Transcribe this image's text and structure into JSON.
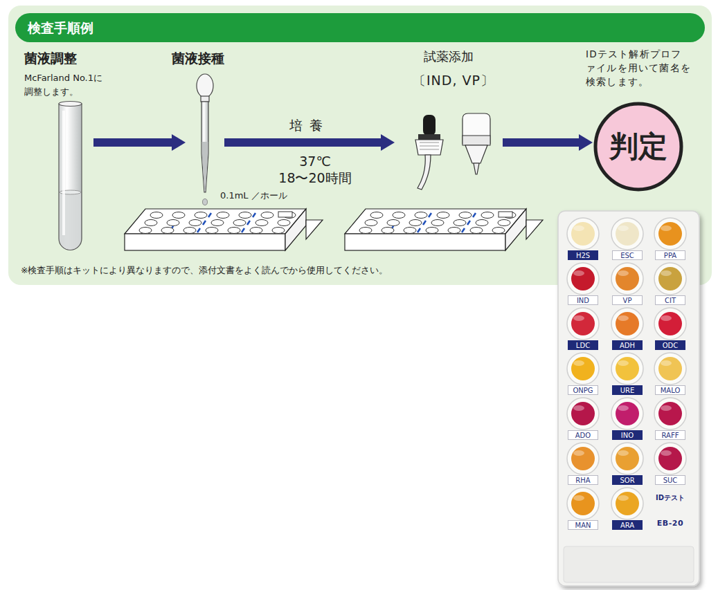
{
  "diagram": {
    "title": "検査手順例",
    "nodes": [
      {
        "text": [
          "菌液調整",
          "McFarland No.1に 調整します。"
        ]
      },
      {
        "text": [
          "菌液接種"
        ]
      },
      {
        "text": [
          "試薬添加",
          "〔IND, VP〕"
        ]
      },
      {
        "text": [
          "IDテスト解析プロファイルを用いて菌名を検索します。",
          "判定"
        ]
      }
    ],
    "edges": [
      {
        "from": 0,
        "to": 1,
        "arrow": "to"
      },
      {
        "from": 1,
        "to": 2,
        "label": "培養",
        "arrow": "to"
      },
      {
        "from": 2,
        "to": 3,
        "arrow": "to"
      }
    ],
    "labels": [
      "0.1mL ／ホール",
      "37℃",
      "18〜20時間",
      "※検査手順はキットにより異なりますので、添付文書をよく読んでから使用してください。",
      "H2S",
      "ESC",
      "PPA",
      "IND",
      "VP",
      "CIT",
      "LDC",
      "ADH",
      "ODC",
      "ONPG",
      "URE",
      "MALO",
      "ADO",
      "INO",
      "RAFF",
      "RHA",
      "SOR",
      "SUC",
      "MAN",
      "ARA",
      "IDテスト",
      "EB-20"
    ]
  }
}
